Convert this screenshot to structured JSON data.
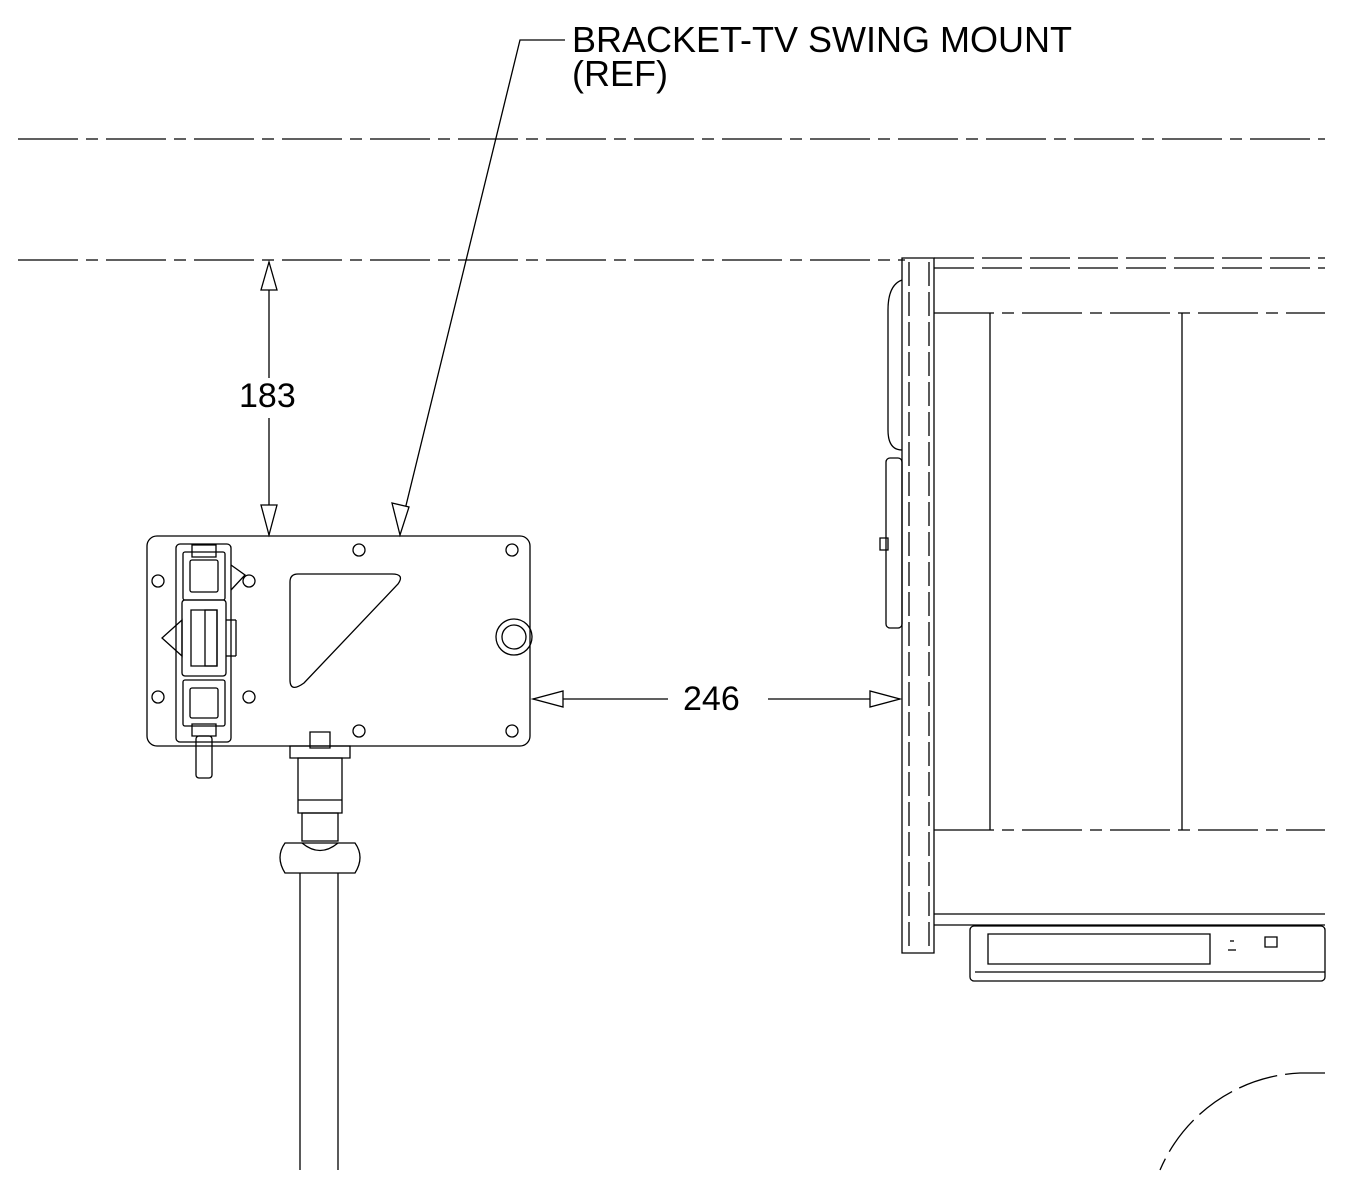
{
  "callout": {
    "line1": "BRACKET-TV SWING MOUNT",
    "line2": "(REF)"
  },
  "dimensions": {
    "vertical": "183",
    "horizontal": "246"
  },
  "colors": {
    "line": "#000000",
    "background": "#ffffff"
  }
}
